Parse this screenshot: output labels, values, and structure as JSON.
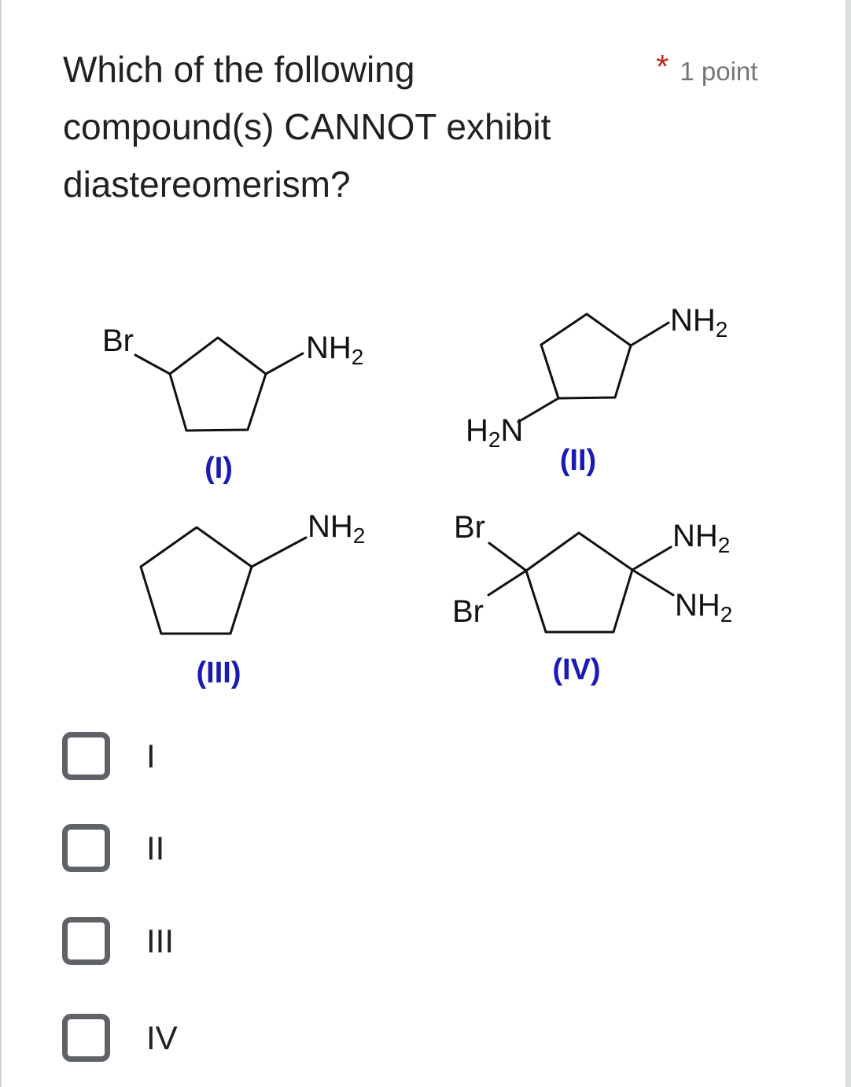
{
  "question": {
    "required_marker": "*",
    "points_label": "1 point",
    "line1": "Which of the following",
    "line2": "compound(s) CANNOT exhibit",
    "line3": "diastereomerism?"
  },
  "structures": [
    {
      "label": "(I)",
      "groups": {
        "br": {
          "pre": "Br"
        },
        "nh2": {
          "pre": "NH",
          "sub": "2"
        }
      }
    },
    {
      "label": "(II)",
      "groups": {
        "nh2": {
          "pre": "NH",
          "sub": "2"
        },
        "h2n": {
          "pre": "H",
          "sub": "2",
          "post": "N"
        }
      }
    },
    {
      "label": "(III)",
      "groups": {
        "nh2": {
          "pre": "NH",
          "sub": "2"
        }
      }
    },
    {
      "label": "(IV)",
      "groups": {
        "br_top": {
          "pre": "Br"
        },
        "br_bottom": {
          "pre": "Br"
        },
        "nh2_top": {
          "pre": "NH",
          "sub": "2"
        },
        "nh2_bottom": {
          "pre": "NH",
          "sub": "2"
        }
      }
    }
  ],
  "options": [
    {
      "label": "I",
      "checked": false
    },
    {
      "label": "II",
      "checked": false
    },
    {
      "label": "III",
      "checked": false
    },
    {
      "label": "IV",
      "checked": false
    }
  ],
  "colors": {
    "question_text": "#202124",
    "required_red": "#c5221f",
    "points_gray": "#757575",
    "structure_label_blue": "#1a1ab4",
    "bond_black": "#111111",
    "checkbox_border_gray": "#5f6368"
  }
}
